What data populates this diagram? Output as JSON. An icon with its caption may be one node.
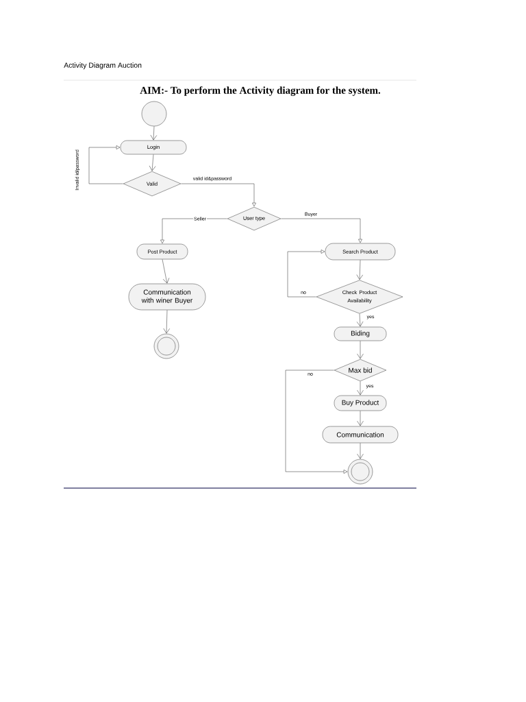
{
  "diagram": {
    "title": "Activity Diagram Auction",
    "nodes": [
      {
        "text": [],
        "shape": "circle"
      },
      {
        "text": [
          "Login"
        ]
      },
      {
        "text": [
          "Valid"
        ]
      },
      {
        "text": [
          "User type"
        ]
      },
      {
        "text": [
          "Post Product"
        ]
      },
      {
        "text": [
          "Communication with winer Buyer"
        ]
      },
      {
        "text": [],
        "shape": "circle"
      },
      {
        "text": [
          "Search Product"
        ]
      },
      {
        "text": [
          "Check Product Availability"
        ]
      },
      {
        "text": [
          "Biding"
        ]
      },
      {
        "text": [
          "Max bid"
        ]
      },
      {
        "text": [
          "Buy Product"
        ]
      },
      {
        "text": [
          "Communication"
        ]
      },
      {
        "text": [],
        "shape": "circle"
      }
    ],
    "edges": [
      {
        "from": 0,
        "to": 1,
        "arrow": "to"
      },
      {
        "from": 1,
        "to": 2,
        "arrow": "to"
      },
      {
        "from": 2,
        "to": 1,
        "arrow": "to",
        "label": "Invalid id/password"
      },
      {
        "from": 2,
        "to": 3,
        "arrow": "to",
        "label": "valid id&password"
      },
      {
        "from": 3,
        "to": 4,
        "arrow": "to",
        "label": "Seller"
      },
      {
        "from": 3,
        "to": 7,
        "arrow": "to",
        "label": "Buyer"
      },
      {
        "from": 4,
        "to": 5,
        "arrow": "to"
      },
      {
        "from": 5,
        "to": 6,
        "arrow": "to"
      },
      {
        "from": 7,
        "to": 8,
        "arrow": "to"
      },
      {
        "from": 8,
        "to": 7,
        "arrow": "to",
        "label": "no"
      },
      {
        "from": 8,
        "to": 9,
        "arrow": "to",
        "label": "yes"
      },
      {
        "from": 9,
        "to": 10,
        "arrow": "to"
      },
      {
        "from": 10,
        "to": 11,
        "arrow": "to",
        "label": "yes"
      },
      {
        "from": 10,
        "to": 13,
        "arrow": "to",
        "label": "no"
      },
      {
        "from": 11,
        "to": 12,
        "arrow": "to"
      },
      {
        "from": 12,
        "to": 13,
        "arrow": "to"
      }
    ],
    "labels": [
      "AIM:- To perform the Activity diagram for the system."
    ]
  }
}
